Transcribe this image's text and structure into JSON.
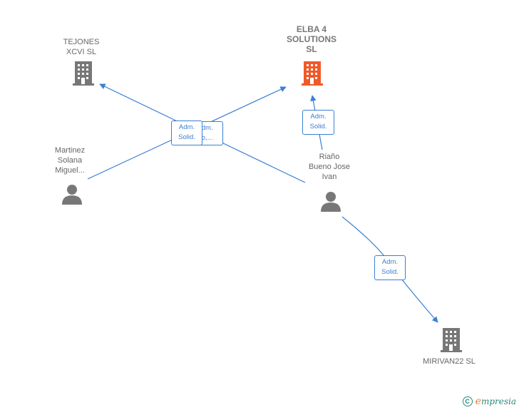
{
  "nodes": {
    "tejones": {
      "label": "TEJONES\nXCVI  SL",
      "icon": "building-icon",
      "color": "#777777"
    },
    "elba": {
      "label": "ELBA 4\nSOLUTIONS\nSL",
      "icon": "building-icon",
      "color": "#f05a28"
    },
    "martinez": {
      "label": "Martinez\nSolana\nMiguel...",
      "icon": "person-icon",
      "color": "#777777"
    },
    "riano": {
      "label": "Riaño\nBueno Jose\nIvan",
      "icon": "person-icon",
      "color": "#777777"
    },
    "mirivan": {
      "label": "MIRIVAN22  SL",
      "icon": "building-icon",
      "color": "#777777"
    }
  },
  "edges": {
    "e1": {
      "label": "Adm.\nSolid."
    },
    "e2": {
      "label": "Adm.\nSo,..."
    },
    "e3": {
      "label": "Adm.\nSolid."
    },
    "e4": {
      "label": "Adm.\nSolid."
    }
  },
  "colors": {
    "edge": "#3b7fd4",
    "focus": "#f05a28",
    "node": "#777777"
  },
  "footer": {
    "copyright_symbol": "C",
    "brand_first": "e",
    "brand_rest": "mpresia"
  }
}
